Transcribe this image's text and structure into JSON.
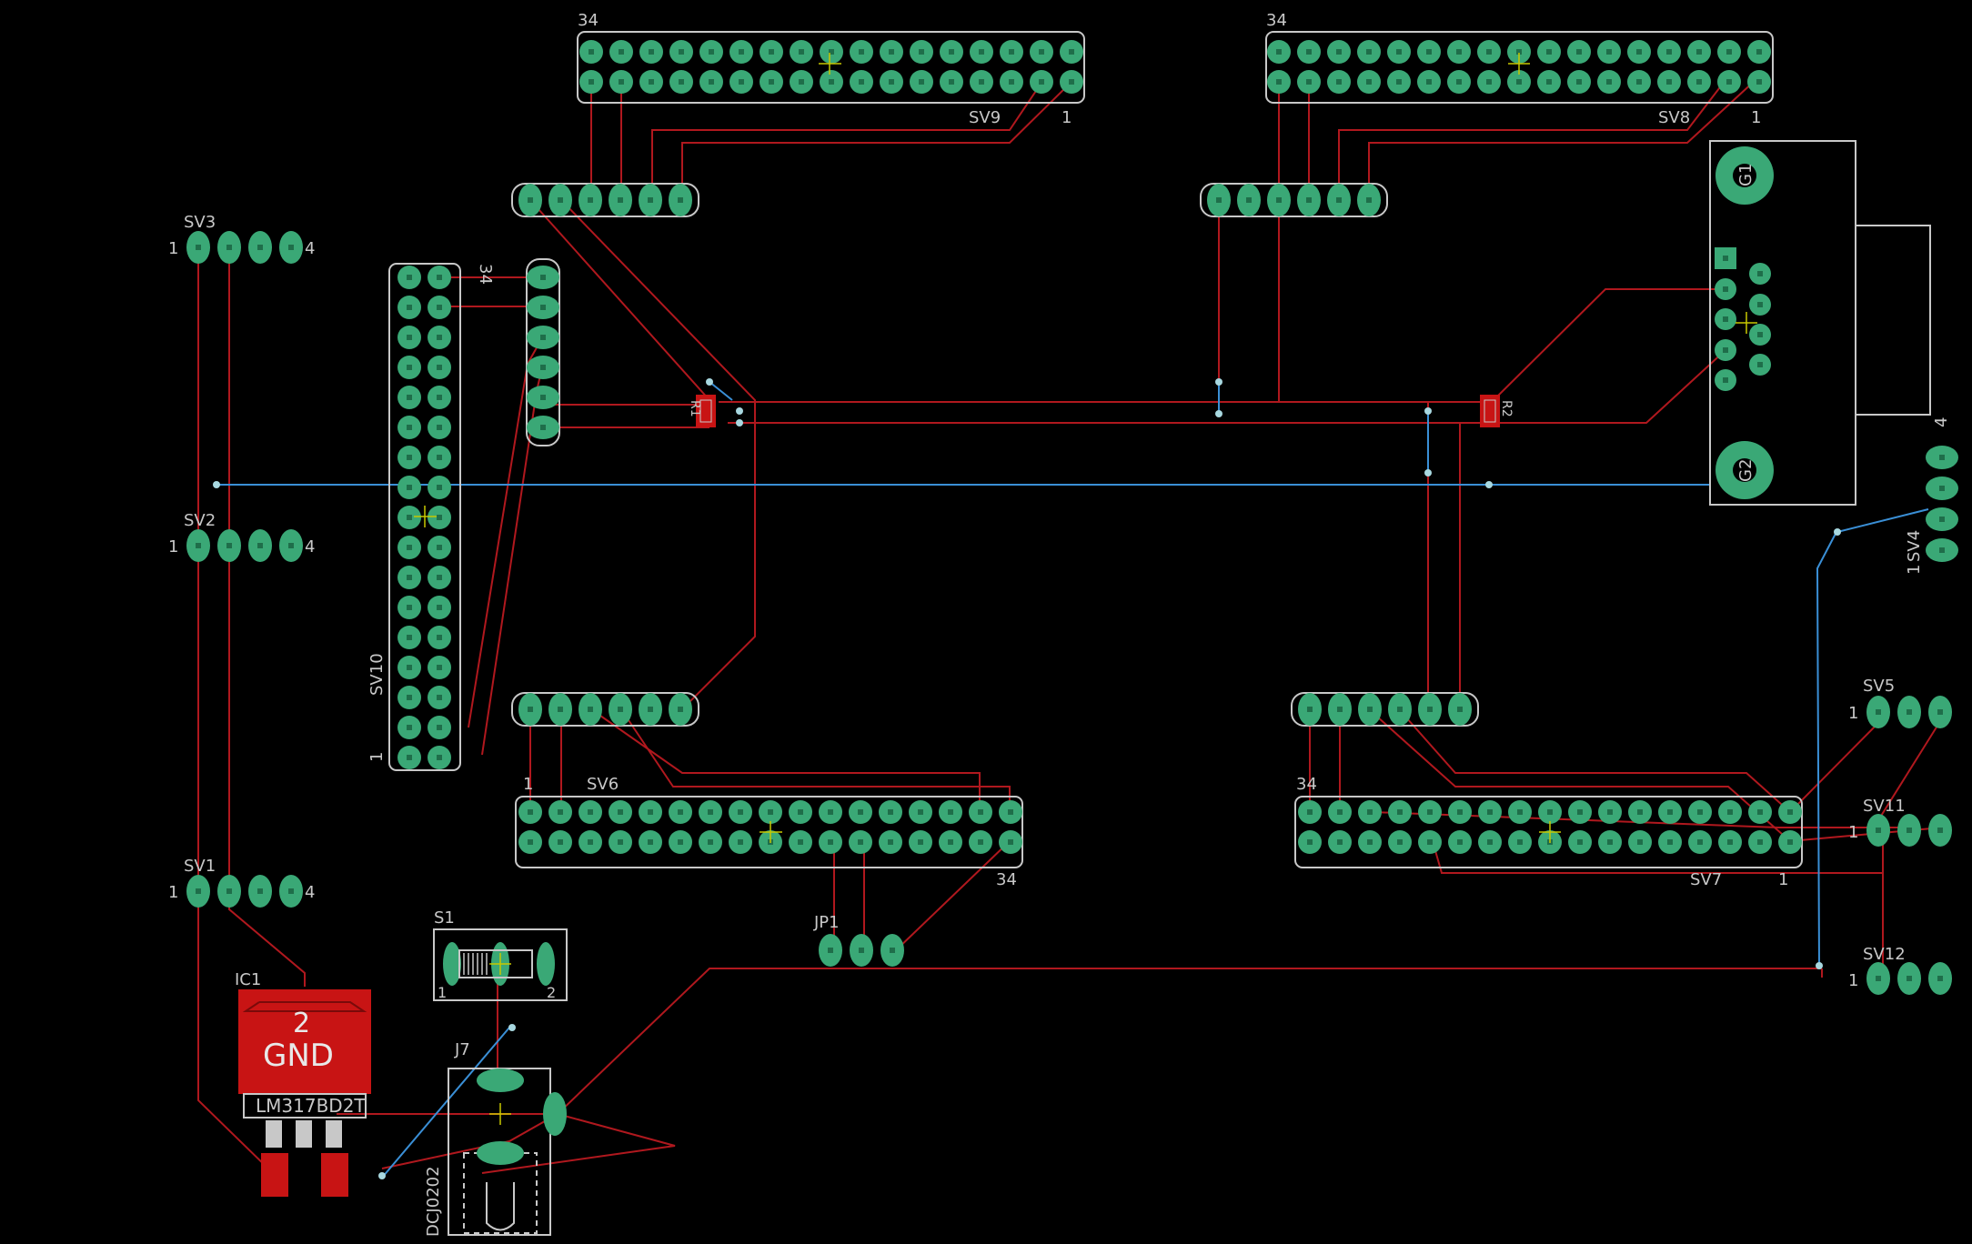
{
  "colors": {
    "background": "#000000",
    "trace_top": "#b0181e",
    "trace_bottom": "#3a8fd6",
    "pad": "#3aa876",
    "outline": "#c8c8c8",
    "smd_red": "#c81414",
    "origin": "#c8c800",
    "via": "#a8d8e0"
  },
  "labels": {
    "sv9_name": "SV9",
    "sv9_pin1": "1",
    "sv9_pin34": "34",
    "sv8_name": "SV8",
    "sv8_pin1": "1",
    "sv8_pin34": "34",
    "sv10_name": "SV10",
    "sv10_pin1": "1",
    "sv10_pin34": "34",
    "sv6_name": "SV6",
    "sv6_pin1": "1",
    "sv6_pin34": "34",
    "sv7_name": "SV7",
    "sv7_pin1": "1",
    "sv7_pin34": "34",
    "sv1_name": "SV1",
    "sv2_name": "SV2",
    "sv3_name": "SV3",
    "sv4_name": "SV4",
    "sv5_name": "SV5",
    "sv11_name": "SV11",
    "sv12_name": "SV12",
    "pin_one": "1",
    "pin_four": "4",
    "ic1_name": "IC1",
    "ic1_value": "LM317BD2T",
    "ic1_tab_pin": "2",
    "ic1_tab_net": "GND",
    "s1_name": "S1",
    "s1_pin1": "1",
    "s1_pin2": "2",
    "j7_name": "J7",
    "j7_value": "DCJ0202",
    "jp1_name": "JP1",
    "r1_name": "R1",
    "r2_name": "R2",
    "g1": "G1",
    "g2": "G2"
  }
}
